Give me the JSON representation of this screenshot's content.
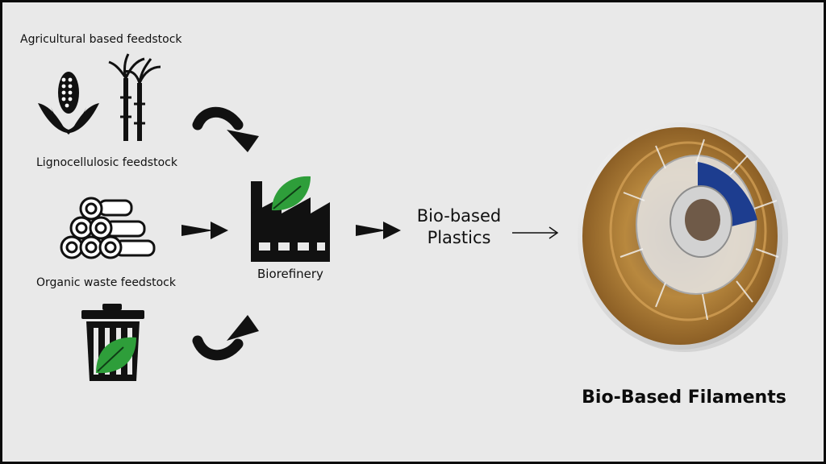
{
  "feedstocks": {
    "agricultural": "Agricultural based feedstock",
    "lignocellulosic": "Lignocellulosic feedstock",
    "organic_waste": "Organic waste feedstock"
  },
  "process": {
    "biorefinery": "Biorefinery"
  },
  "product": {
    "line1": "Bio-based",
    "line2": "Plastics"
  },
  "final": {
    "title": "Bio-Based Filaments"
  },
  "icons": [
    "corn-icon",
    "sugarcane-icon",
    "logs-icon",
    "trash-bin-icon",
    "factory-icon",
    "leaf-icon",
    "filament-spool-image"
  ],
  "colors": {
    "leaf": "#2e9e3a",
    "spool": "#b07a2e",
    "spool_label": "#1d3d8f",
    "background": "#e9e9e9"
  }
}
